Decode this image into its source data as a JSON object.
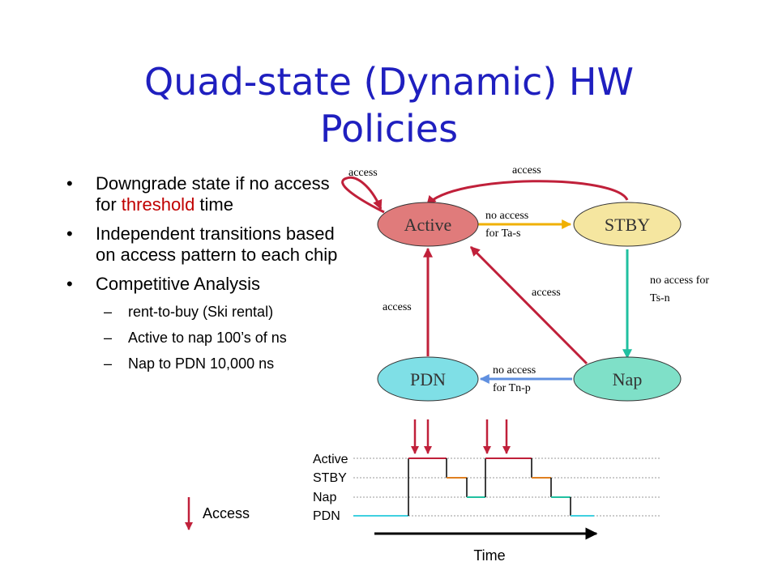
{
  "slide": {
    "title_line1": "Quad-state (Dynamic) HW",
    "title_line2": "Policies"
  },
  "bullets": {
    "b1_pre": "Downgrade state if no access for ",
    "b1_highlight": "threshold",
    "b1_post": " time",
    "b2": "Independent transitions based on access pattern to each chip",
    "b3": "Competitive Analysis",
    "sub1": "rent-to-buy (Ski rental)",
    "sub2": "Active to nap 100’s of ns",
    "sub3": "Nap to PDN 10,000 ns"
  },
  "diagram": {
    "states": {
      "active": "Active",
      "stby": "STBY",
      "pdn": "PDN",
      "nap": "Nap"
    },
    "edges": {
      "self_loop": "access",
      "stby_to_active": "access",
      "active_to_stby_l1": "no access",
      "active_to_stby_l2": "for Ta-s",
      "stby_to_nap_l1": "no access for",
      "stby_to_nap_l2": "Ts-n",
      "nap_to_active": "access",
      "pdn_to_active": "access",
      "nap_to_pdn_l1": "no access",
      "nap_to_pdn_l2": "for Tn-p"
    },
    "colors": {
      "active_fill": "#e07b7b",
      "stby_fill": "#f5e6a0",
      "pdn_fill": "#7fdfe6",
      "nap_fill": "#7fe0c8",
      "access_arrow": "#c0203a",
      "ta_s": "#f0b000",
      "ts_n": "#20c0a0",
      "tn_p": "#6090e0"
    }
  },
  "timeline": {
    "levels": [
      "Active",
      "STBY",
      "Nap",
      "PDN"
    ],
    "legend_label": "Access",
    "axis_label": "Time"
  }
}
